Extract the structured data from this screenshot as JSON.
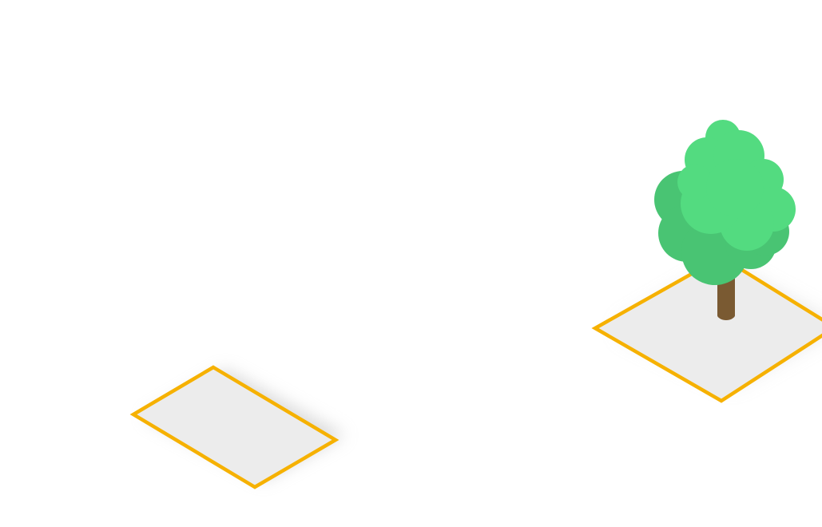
{
  "colors": {
    "background": "#ffffff",
    "tile_outline": "#f6b100",
    "tile_fill": "#ececec",
    "tile_shadow": "#bdbdbd",
    "canopy_light": "#53db80",
    "canopy_dark": "#49c473",
    "trunk": "#7a5a32"
  },
  "tiles": [
    {
      "id": "empty-plot",
      "state": "empty",
      "selected": true
    },
    {
      "id": "tree-plot",
      "state": "tree",
      "selected": true
    }
  ],
  "icons": {
    "tree": "tree-icon"
  }
}
